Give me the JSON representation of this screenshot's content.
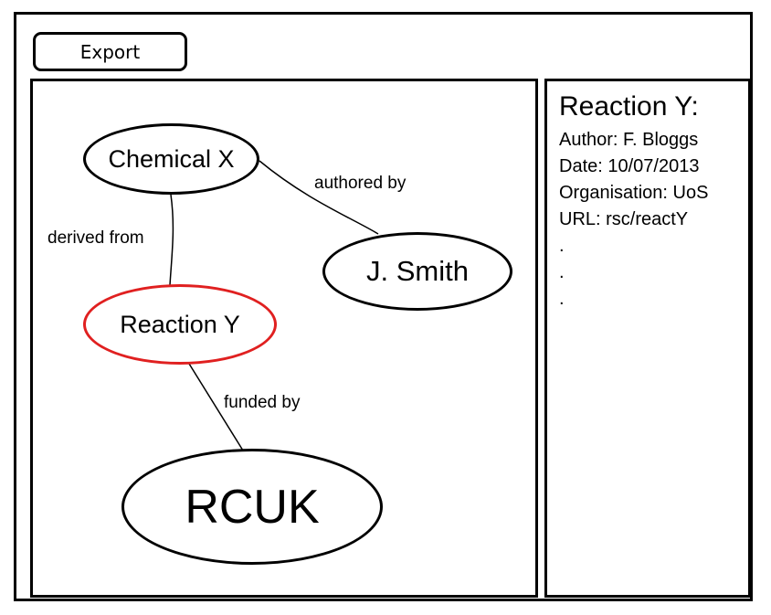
{
  "toolbar": {
    "export_label": "Export"
  },
  "graph": {
    "nodes": {
      "chemical_x": "Chemical X",
      "j_smith": "J. Smith",
      "reaction_y": "Reaction Y",
      "rcuk": "RCUK"
    },
    "edges": {
      "authored_by": "authored by",
      "derived_from": "derived from",
      "funded_by": "funded by"
    },
    "selected_node": "Reaction Y",
    "selected_color": "#e02020"
  },
  "details": {
    "title": "Reaction Y:",
    "lines": [
      "Author: F. Bloggs",
      "Date: 10/07/2013",
      "Organisation: UoS",
      "URL: rsc/reactY",
      ".",
      ".",
      "."
    ]
  }
}
